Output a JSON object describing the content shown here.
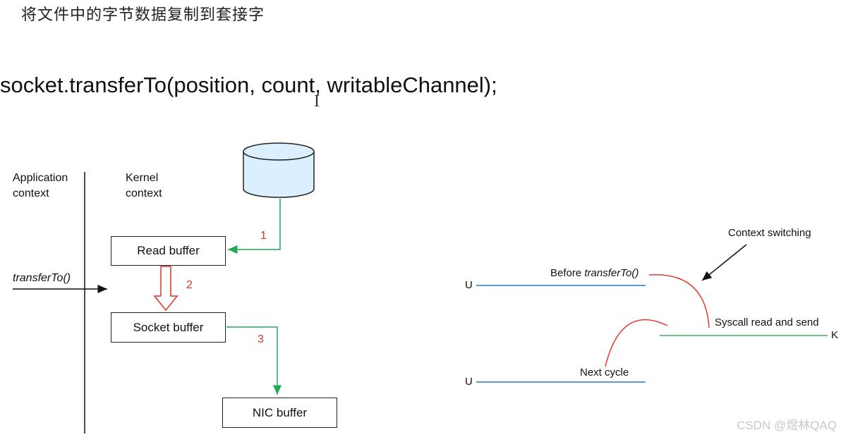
{
  "heading": "将文件中的字节数据复制到套接字",
  "code": "socket.transferTo(position, count, writableChannel);",
  "left_diagram": {
    "application_context": [
      "Application",
      "context"
    ],
    "kernel_context": [
      "Kernel",
      "context"
    ],
    "call_label": "transferTo()",
    "read_buffer": "Read buffer",
    "socket_buffer": "Socket buffer",
    "nic_buffer": "NIC buffer",
    "step1": "1",
    "step2": "2",
    "step3": "3",
    "colors": {
      "copy_arrow": "#22aa55",
      "step_number": "#e0302a",
      "disk_fill": "#dcefff",
      "disk_stroke": "#222222"
    }
  },
  "right_diagram": {
    "context_switching": "Context switching",
    "before_prefix": "Before ",
    "before_call": "transferTo()",
    "syscall": "Syscall read and send",
    "next_cycle": "Next cycle",
    "user_label_1": "U",
    "user_label_2": "U",
    "kernel_label": "K",
    "colors": {
      "user_line": "#5b9bd5",
      "kernel_line": "#6cc287",
      "switch_arc": "#e53935"
    }
  },
  "watermark": "CSDN @煜林QAQ"
}
